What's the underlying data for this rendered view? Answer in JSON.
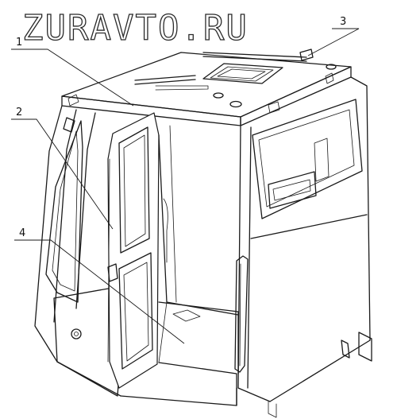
{
  "watermark": {
    "text": "ZURAVTO.RU"
  },
  "callouts": [
    {
      "id": "1",
      "label": "1"
    },
    {
      "id": "2",
      "label": "2"
    },
    {
      "id": "3",
      "label": "3"
    },
    {
      "id": "4",
      "label": "4"
    }
  ]
}
